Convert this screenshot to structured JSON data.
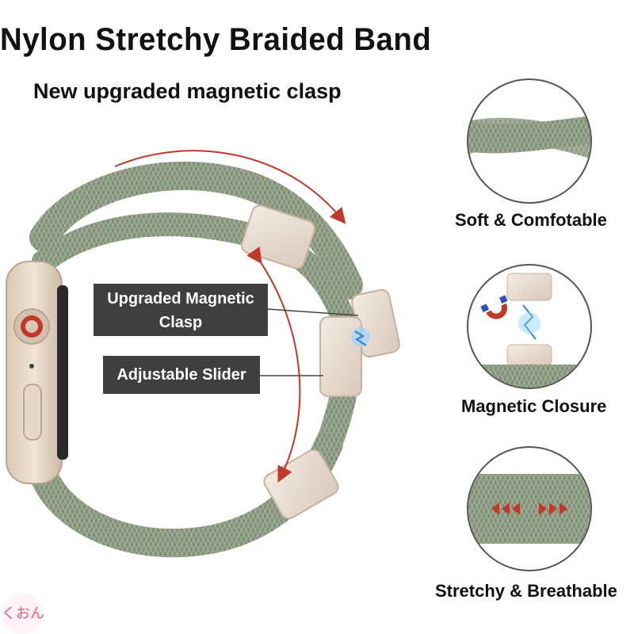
{
  "header": {
    "title": "Nylon Stretchy Braided Band",
    "subtitle": "New upgraded magnetic clasp"
  },
  "callouts": {
    "clasp_line1": "Upgraded  Magnetic",
    "clasp_line2": "Clasp",
    "slider": "Adjustable Slider"
  },
  "features": [
    {
      "label": "Soft & Comfotable",
      "icon": "braid-twist-icon"
    },
    {
      "label": "Magnetic Closure",
      "icon": "magnet-icon"
    },
    {
      "label": "Stretchy & Breathable",
      "icon": "stretch-arrows-icon"
    }
  ],
  "watermark": "くおん",
  "colors": {
    "band": "#93a088",
    "band_dark": "#7c8a72",
    "clasp": "#e8dcd0",
    "callout_bg": "#3f3f3f",
    "arrow": "#c0392b",
    "watch": "#e9d9c8",
    "crown": "#c0392b"
  }
}
